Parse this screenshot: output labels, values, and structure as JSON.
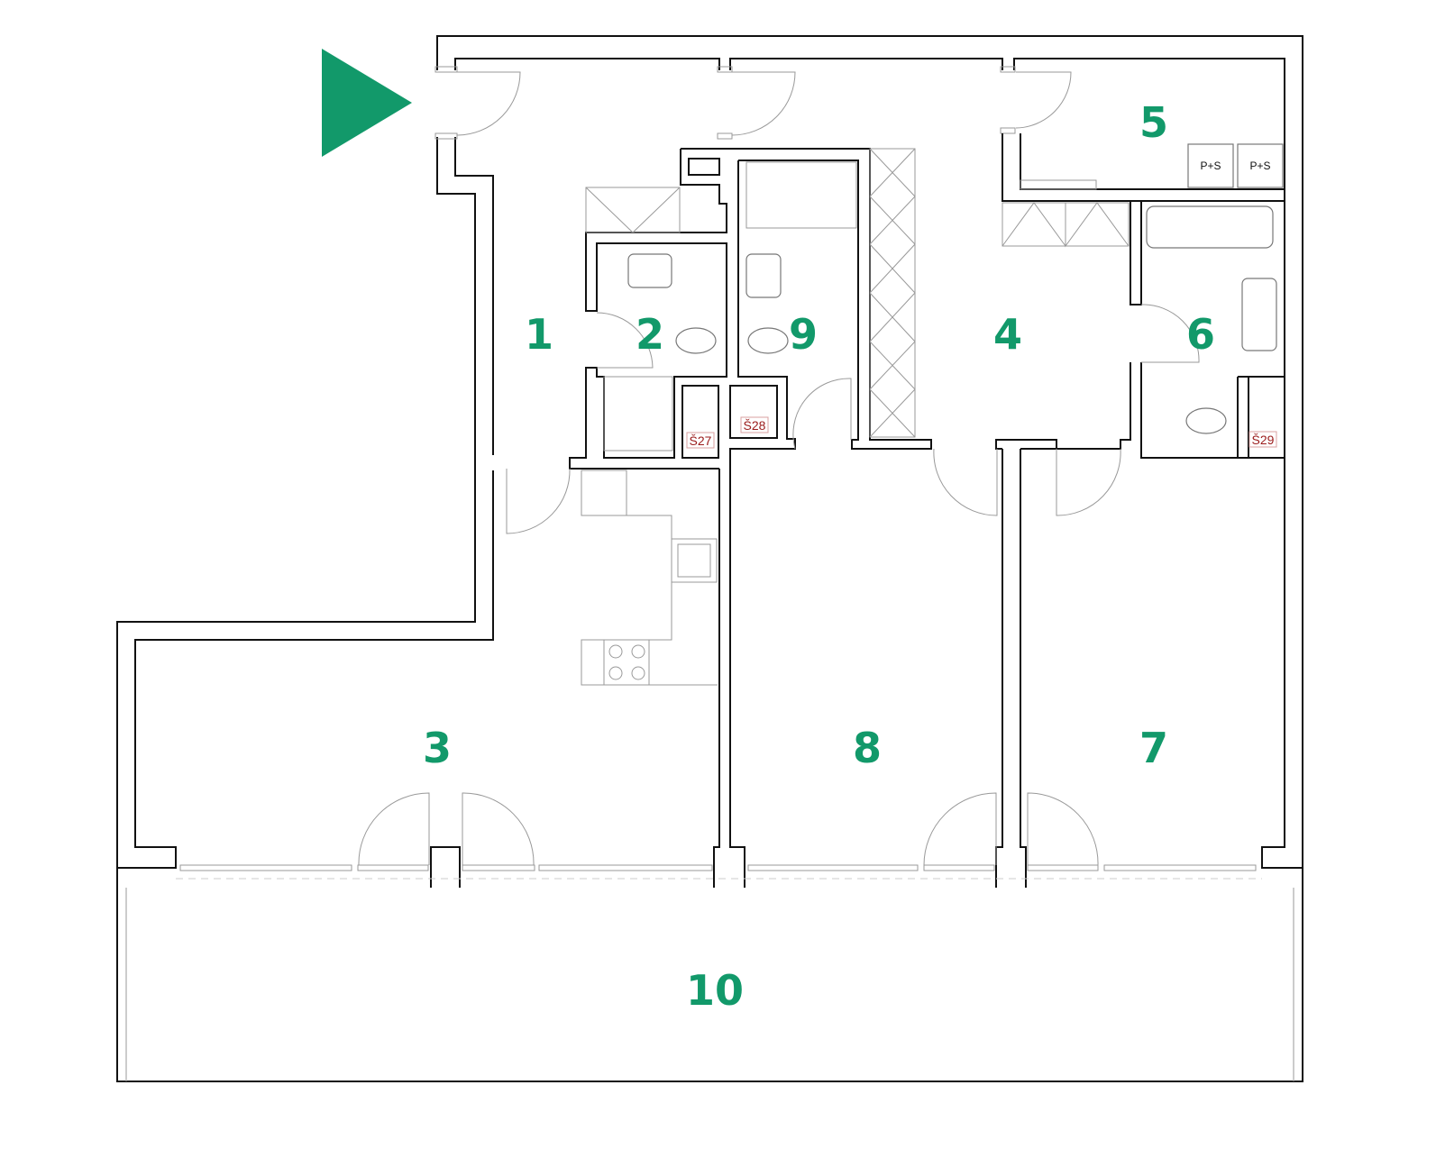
{
  "plan": {
    "accent_color": "#12996a",
    "shaft_color": "#9b1b1b",
    "entrance_icon": "entrance-arrow-icon",
    "rooms": [
      {
        "label": "1"
      },
      {
        "label": "2"
      },
      {
        "label": "3"
      },
      {
        "label": "4"
      },
      {
        "label": "5"
      },
      {
        "label": "6"
      },
      {
        "label": "7"
      },
      {
        "label": "8"
      },
      {
        "label": "9"
      },
      {
        "label": "10"
      }
    ],
    "shafts": [
      "Š27",
      "Š28",
      "Š29"
    ],
    "storage": [
      "P+S",
      "P+S"
    ]
  }
}
